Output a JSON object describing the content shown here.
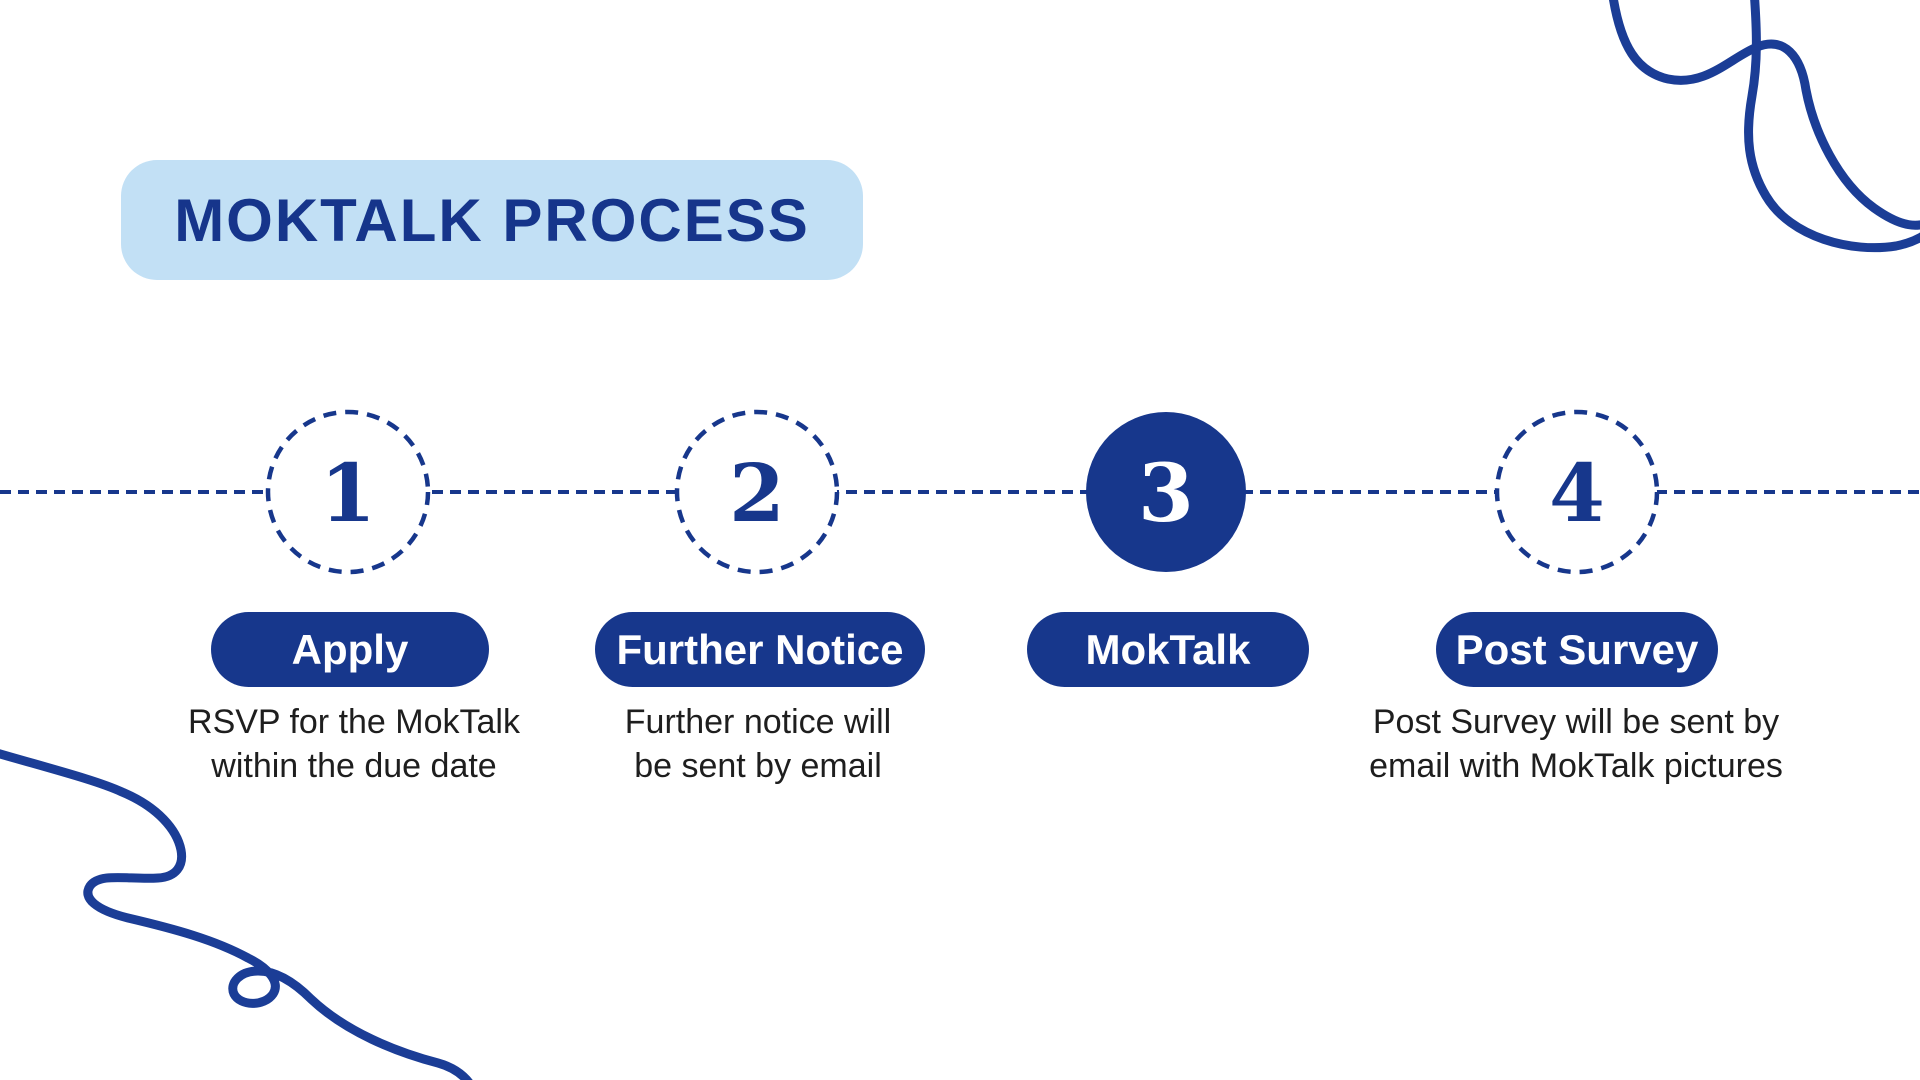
{
  "title_banner": {
    "label": "MOKTALK PROCESS",
    "background": "#c2e0f5",
    "text_color": "#16358b"
  },
  "colors": {
    "brand_blue": "#17378c",
    "light_blue": "#c2e0f5",
    "squiggle_blue": "#1b3d96",
    "pill_text": "#ffffff",
    "description_text": "#1e1e1e"
  },
  "timeline": {
    "line_style": "dashed",
    "line_color": "#17378c"
  },
  "steps": [
    {
      "number": "1",
      "label": "Apply",
      "circle_style": "dashed-outline",
      "description_line1": "RSVP for the MokTalk",
      "description_line2": "within the due date"
    },
    {
      "number": "2",
      "label": "Further Notice",
      "circle_style": "dashed-outline",
      "description_line1": "Further notice will",
      "description_line2": "be sent by email"
    },
    {
      "number": "3",
      "label": "MokTalk",
      "circle_style": "solid-filled",
      "description_line1": "",
      "description_line2": ""
    },
    {
      "number": "4",
      "label": "Post Survey",
      "circle_style": "dashed-outline",
      "description_line1": "Post Survey will be sent by",
      "description_line2": "email with MokTalk pictures"
    }
  ],
  "decorations": {
    "top_right": "wavy-line-decoration",
    "bottom_left": "wavy-line-decoration"
  }
}
